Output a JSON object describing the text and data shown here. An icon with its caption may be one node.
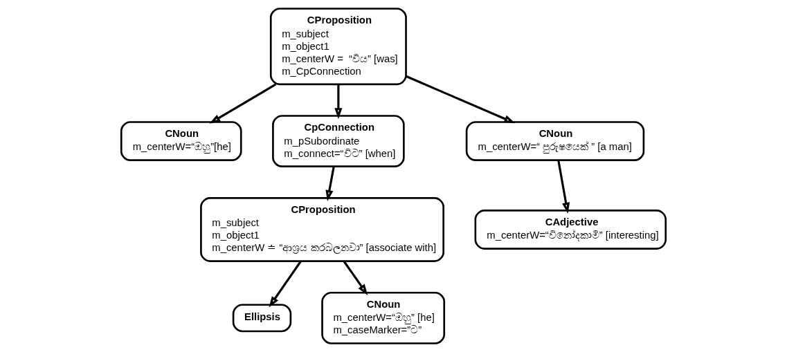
{
  "diagram": {
    "nodes": [
      {
        "text": [
          "CProposition",
          "m_subject",
          "m_object1",
          "m_centerW =  “විය” [was]",
          "m_CpConnection"
        ]
      },
      {
        "text": [
          "CNoun",
          "m_centerW=“ඔහු”[he]"
        ]
      },
      {
        "text": [
          "CpConnection",
          "m_pSubordinate",
          "m_connect=“විට” [when]"
        ]
      },
      {
        "text": [
          "CNoun",
          "m_centerW=“ පුරුෂයෙක් ” [a man]"
        ]
      },
      {
        "text": [
          "CProposition",
          "m_subject",
          "m_object1",
          "m_centerW ≐ “ආශ්‍රය කරබලනවා” [associate with]"
        ]
      },
      {
        "text": [
          "Ellipsis"
        ]
      },
      {
        "text": [
          "CAdjective",
          "m_centerW=“විනෝදකාමී” [interesting]"
        ]
      },
      {
        "text": [
          "CNoun",
          "m_centerW=“ඔහු” [he]",
          "m_caseMarker=”ට”"
        ]
      }
    ],
    "edges": [
      {
        "from": 0,
        "to": 1,
        "arrow": "to"
      },
      {
        "from": 0,
        "to": 3,
        "arrow": "to"
      },
      {
        "from": 0,
        "to": 2,
        "arrow": "to"
      },
      {
        "from": 2,
        "to": 4,
        "arrow": "to"
      },
      {
        "from": 3,
        "to": 6,
        "arrow": "to"
      },
      {
        "from": 4,
        "to": 5,
        "arrow": "to"
      },
      {
        "from": 4,
        "to": 7,
        "arrow": "to"
      }
    ]
  }
}
